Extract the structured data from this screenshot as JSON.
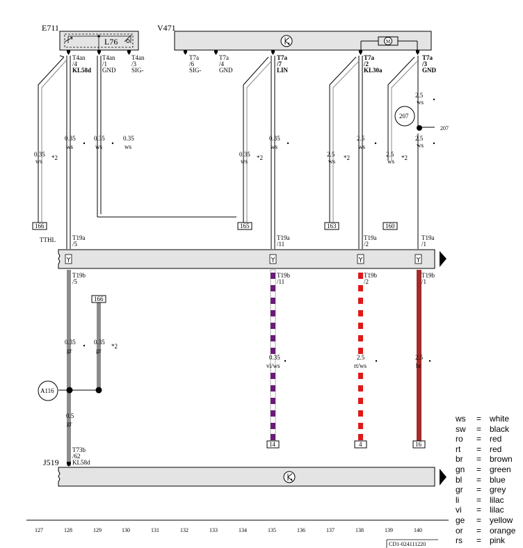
{
  "components": {
    "e711": "E711",
    "l76": "L76",
    "v471": "V471",
    "j519": "J519",
    "ref207": "207",
    "ref207_side": "207",
    "a116": "A116",
    "tthl": "TTHL"
  },
  "pins": [
    {
      "conn": "T4an",
      "pin": "/4",
      "sig": "KL58d"
    },
    {
      "conn": "T4an",
      "pin": "/1",
      "sig": "GND"
    },
    {
      "conn": "T4an",
      "pin": "/3",
      "sig": "SIG-"
    },
    {
      "conn": "T7a",
      "pin": "/6",
      "sig": "SIG-"
    },
    {
      "conn": "T7a",
      "pin": "/4",
      "sig": "GND"
    },
    {
      "conn": "T7a",
      "pin": "/7",
      "sig": "LIN"
    },
    {
      "conn": "T7a",
      "pin": "/2",
      "sig": "KL30a"
    },
    {
      "conn": "T7a",
      "pin": "/3",
      "sig": "GND"
    }
  ],
  "wires_top": [
    {
      "size": "0.35",
      "color": "ws",
      "star": "*2"
    },
    {
      "size": "0.35",
      "color": "ws",
      "star": ""
    },
    {
      "size": "0.35",
      "color": "ws",
      "star": ""
    },
    {
      "size": "0.35",
      "color": "ws",
      "star": ""
    },
    {
      "size": "0.35",
      "color": "ws",
      "star": "*2"
    },
    {
      "size": "0.35",
      "color": "ws",
      "star": ""
    },
    {
      "size": "2.5",
      "color": "ws",
      "star": "*2"
    },
    {
      "size": "2.5",
      "color": "ws",
      "star": ""
    },
    {
      "size": "2.5",
      "color": "ws",
      "star": "*2"
    },
    {
      "size": "2.5",
      "color": "ws",
      "star": ""
    },
    {
      "size": "2.5",
      "color": "ws",
      "star": ""
    }
  ],
  "boxes_top": [
    "166",
    "165",
    "163",
    "160"
  ],
  "t19a": [
    {
      "conn": "T19a",
      "pin": "/5"
    },
    {
      "conn": "T19a",
      "pin": "/11"
    },
    {
      "conn": "T19a",
      "pin": "/2"
    },
    {
      "conn": "T19a",
      "pin": "/1"
    }
  ],
  "t19b": [
    {
      "conn": "T19b",
      "pin": "/5"
    },
    {
      "conn": "T19b",
      "pin": "/11"
    },
    {
      "conn": "T19b",
      "pin": "/2"
    },
    {
      "conn": "T19b",
      "pin": "/1"
    }
  ],
  "box_166b": "166",
  "wires_bottom": [
    {
      "size": "0.35",
      "color": "gr",
      "star": ""
    },
    {
      "size": "0.35",
      "color": "gr",
      "star": "*2"
    },
    {
      "size": "0.35",
      "color": "vi/ws",
      "star": ""
    },
    {
      "size": "2.5",
      "color": "rt/ws",
      "star": ""
    },
    {
      "size": "2.5",
      "color": "br",
      "star": ""
    },
    {
      "size": "0.5",
      "color": "gr",
      "star": ""
    }
  ],
  "boxes_bottom": [
    "14",
    "4",
    "16"
  ],
  "t73b": {
    "conn": "T73b",
    "pin": "/62",
    "sig": "KL58d"
  },
  "columns": [
    "127",
    "128",
    "129",
    "130",
    "131",
    "132",
    "133",
    "134",
    "135",
    "136",
    "137",
    "138",
    "139",
    "140"
  ],
  "code": "CD1-024111220",
  "wire_colors": {
    "gr": "#8c8c8c",
    "vi": "#6a1b78",
    "rt": "#e01818",
    "br": "#a52a2a",
    "ws": "#ffffff"
  },
  "legend": [
    {
      "code": "ws",
      "eq": "=",
      "name": "white"
    },
    {
      "code": "sw",
      "eq": "=",
      "name": "black"
    },
    {
      "code": "ro",
      "eq": "=",
      "name": "red"
    },
    {
      "code": "rt",
      "eq": "=",
      "name": "red"
    },
    {
      "code": "br",
      "eq": "=",
      "name": "brown"
    },
    {
      "code": "gn",
      "eq": "=",
      "name": "green"
    },
    {
      "code": "bl",
      "eq": "=",
      "name": "blue"
    },
    {
      "code": "gr",
      "eq": "=",
      "name": "grey"
    },
    {
      "code": "li",
      "eq": "=",
      "name": "lilac"
    },
    {
      "code": "vi",
      "eq": "=",
      "name": "lilac"
    },
    {
      "code": "ge",
      "eq": "=",
      "name": "yellow"
    },
    {
      "code": "or",
      "eq": "=",
      "name": "orange"
    },
    {
      "code": "rs",
      "eq": "=",
      "name": "pink"
    }
  ]
}
